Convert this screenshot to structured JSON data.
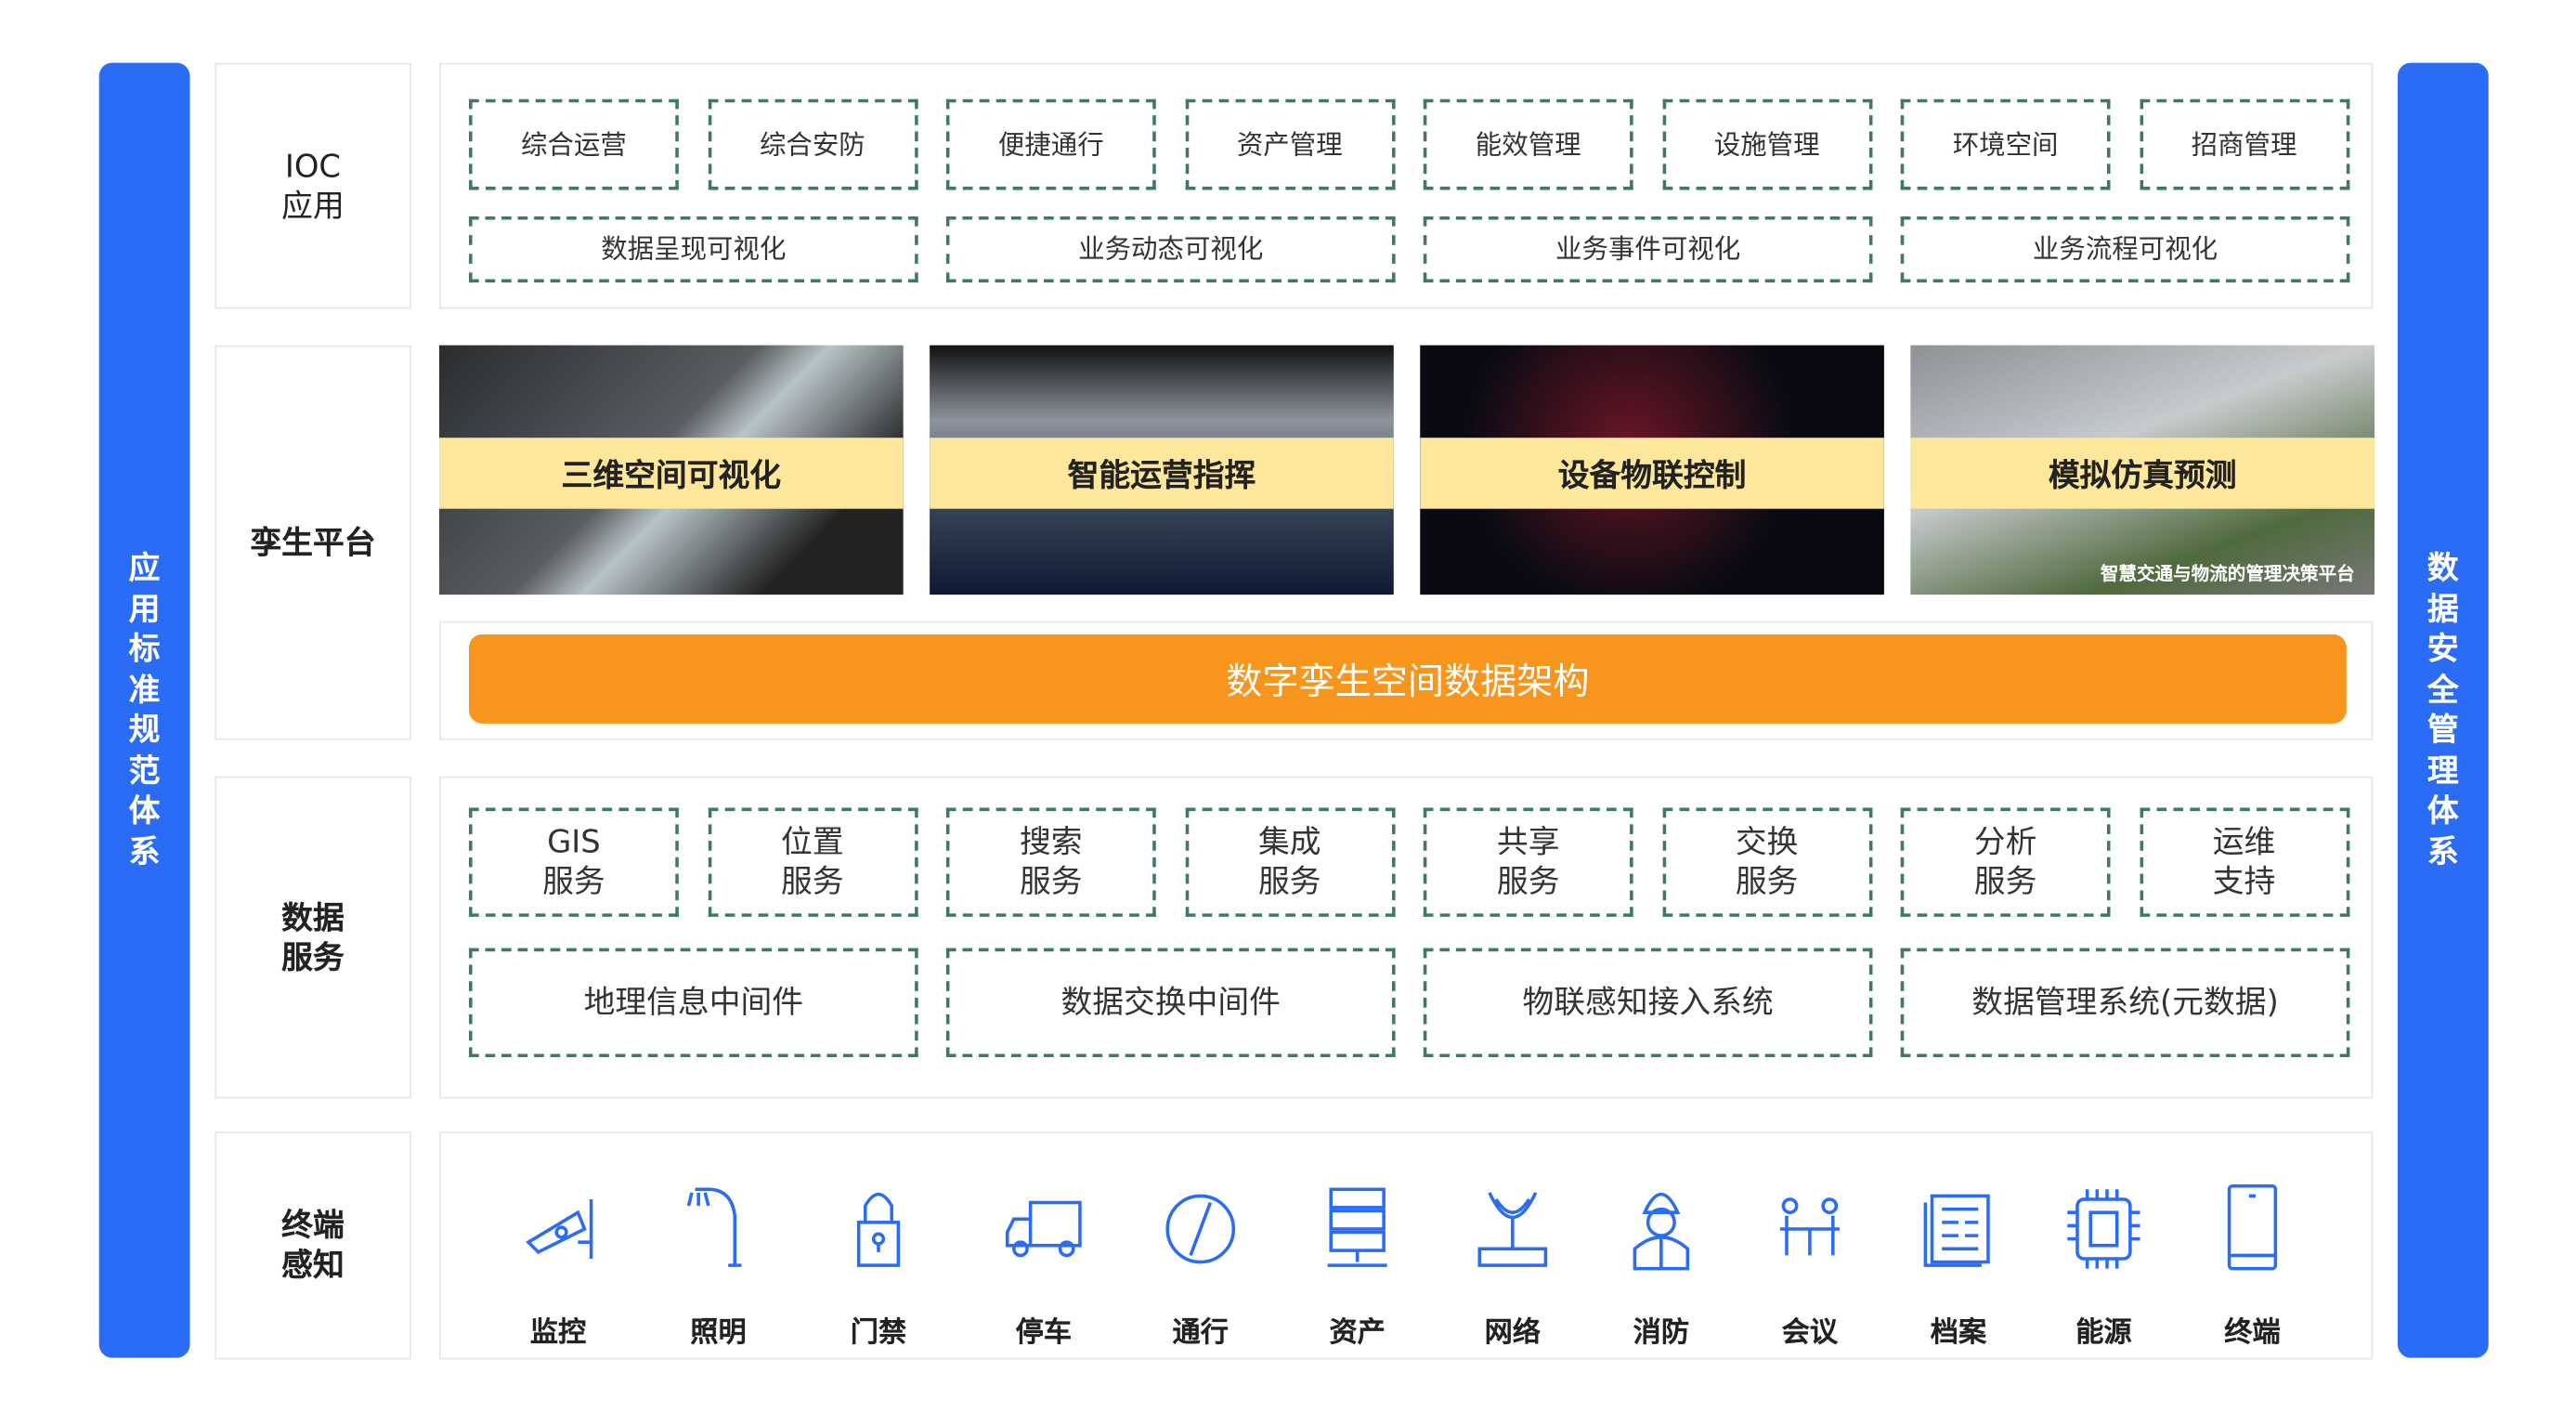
{
  "left_sidebar": "应用标准规范体系",
  "right_sidebar": "数据安全管理体系",
  "colors": {
    "blue": "#2b6cf6",
    "orange": "#f7951d",
    "band": "#fde79a",
    "dash": "#3b7a6a"
  },
  "ioc": {
    "label": "IOC\n应用",
    "row1": [
      "综合运营",
      "综合安防",
      "便捷通行",
      "资产管理",
      "能效管理",
      "设施管理",
      "环境空间",
      "招商管理"
    ],
    "row2": [
      "数据呈现可视化",
      "业务动态可视化",
      "业务事件可视化",
      "业务流程可视化"
    ]
  },
  "twin": {
    "label": "孪生平台",
    "cards": [
      {
        "title": "三维空间可视化"
      },
      {
        "title": "智能运营指挥"
      },
      {
        "title": "设备物联控制"
      },
      {
        "title": "模拟仿真预测",
        "caption": "智慧交通与物流的管理决策平台"
      }
    ],
    "architecture": "数字孪生空间数据架构"
  },
  "data_services": {
    "label": "数据\n服务",
    "row1": [
      "GIS\n服务",
      "位置\n服务",
      "搜索\n服务",
      "集成\n服务",
      "共享\n服务",
      "交换\n服务",
      "分析\n服务",
      "运维\n支持"
    ],
    "row2": [
      "地理信息中间件",
      "数据交换中间件",
      "物联感知接入系统",
      "数据管理系统(元数据)"
    ]
  },
  "terminal": {
    "label": "终端\n感知",
    "items": [
      {
        "label": "监控",
        "icon": "camera-icon"
      },
      {
        "label": "照明",
        "icon": "street-lamp-icon"
      },
      {
        "label": "门禁",
        "icon": "lock-icon"
      },
      {
        "label": "停车",
        "icon": "truck-icon"
      },
      {
        "label": "通行",
        "icon": "no-entry-icon"
      },
      {
        "label": "资产",
        "icon": "server-icon"
      },
      {
        "label": "网络",
        "icon": "router-icon"
      },
      {
        "label": "消防",
        "icon": "firefighter-icon"
      },
      {
        "label": "会议",
        "icon": "meeting-icon"
      },
      {
        "label": "档案",
        "icon": "archive-icon"
      },
      {
        "label": "能源",
        "icon": "chip-icon"
      },
      {
        "label": "终端",
        "icon": "phone-icon"
      }
    ]
  }
}
